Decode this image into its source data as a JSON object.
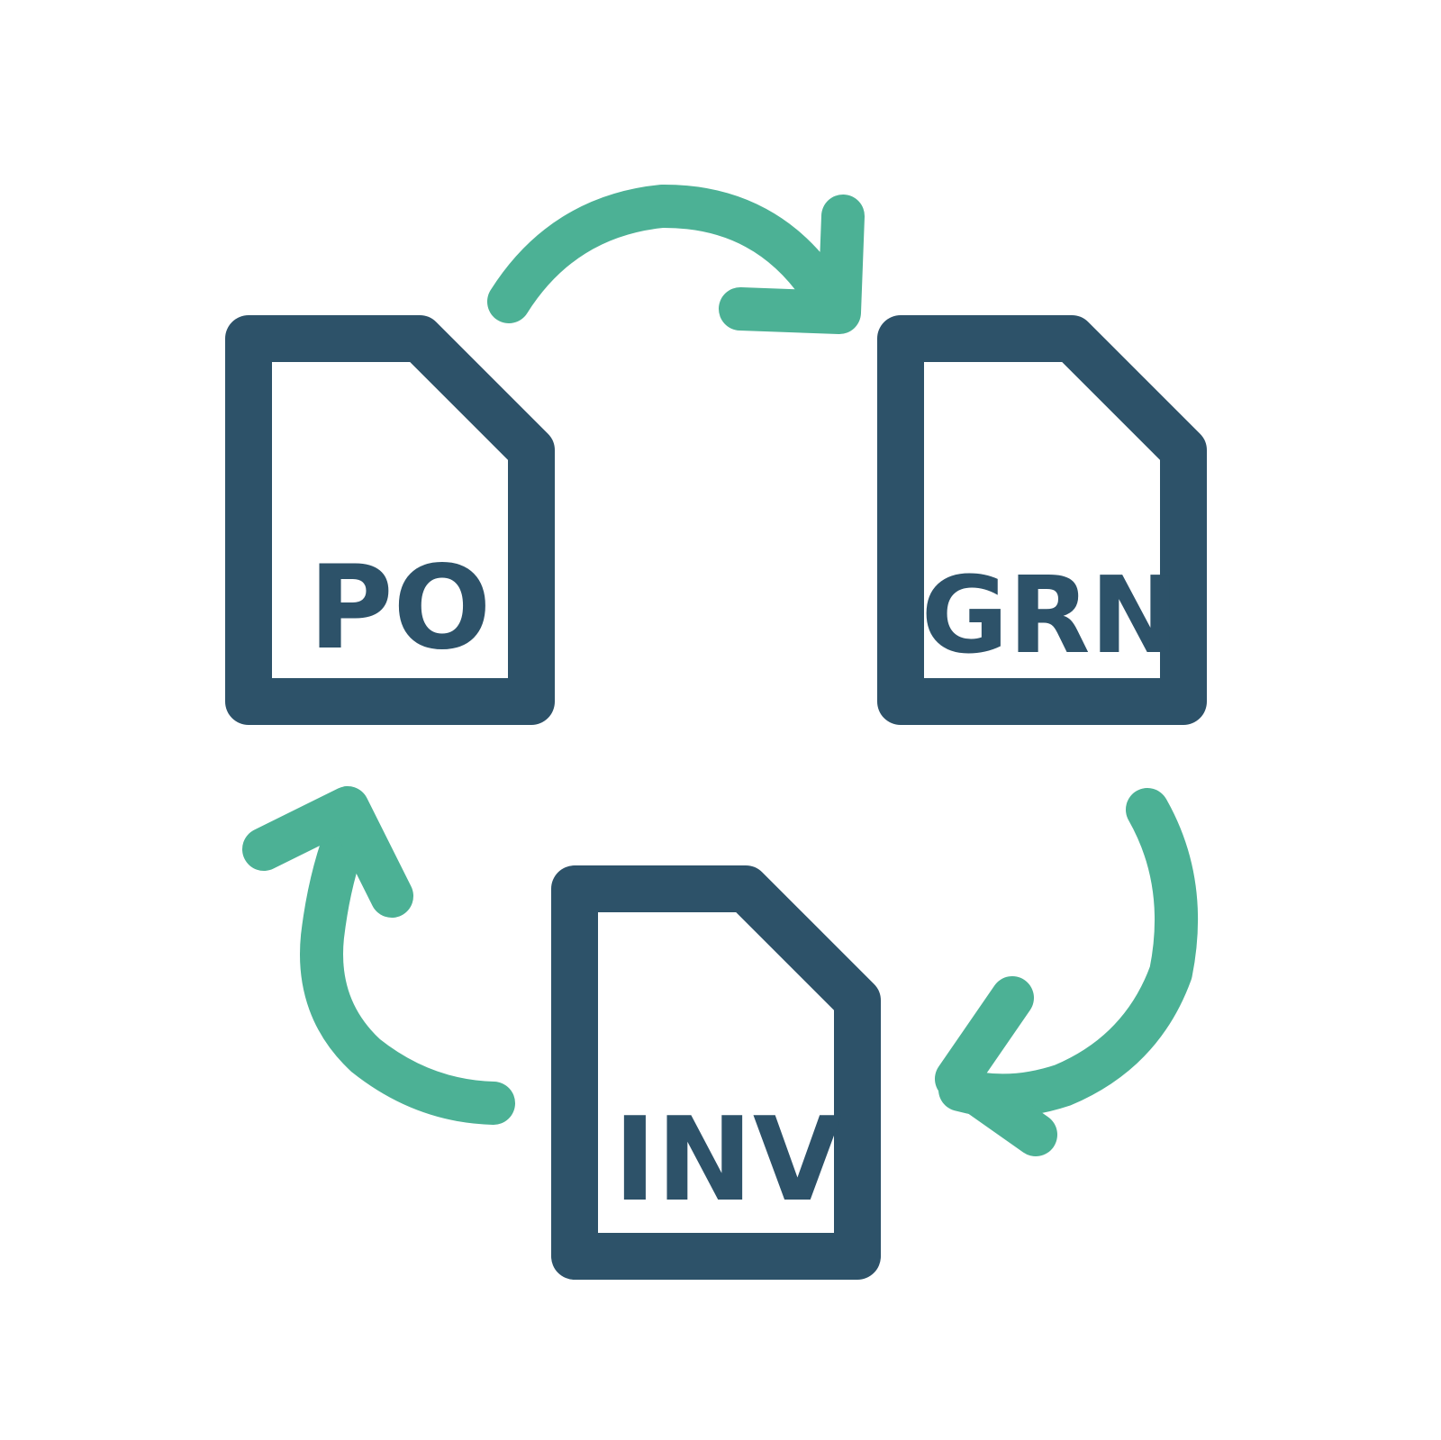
{
  "colors": {
    "document": "#2d5269",
    "arrow": "#4cb195",
    "background": "#ffffff"
  },
  "documents": {
    "po": {
      "label": "PO"
    },
    "grn": {
      "label": "GRN"
    },
    "inv": {
      "label": "INV"
    }
  },
  "flow": [
    "PO",
    "GRN",
    "INV"
  ]
}
